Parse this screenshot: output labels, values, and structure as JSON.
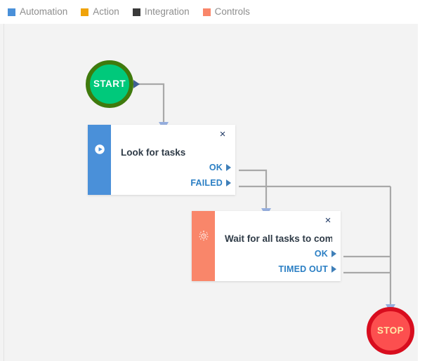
{
  "legend": {
    "items": [
      {
        "label": "Automation",
        "color": "#4a90d9",
        "icon": "square-swatch"
      },
      {
        "label": "Action",
        "color": "#f0a30a",
        "icon": "square-swatch"
      },
      {
        "label": "Integration",
        "color": "#3a3a3a",
        "icon": "square-swatch"
      },
      {
        "label": "Controls",
        "color": "#f9866a",
        "icon": "square-swatch"
      }
    ]
  },
  "canvas": {
    "background": "#f3f3f3",
    "edge_color": "#a8a8a8",
    "arrowhead_color": "#95aede"
  },
  "nodes": {
    "start": {
      "label": "START",
      "fill": "#00c97b",
      "border": "#3f7a0d",
      "text_color": "#ffffff"
    },
    "stop": {
      "label": "STOP",
      "fill": "#fc4f4f",
      "border": "#d80d1e",
      "text_color": "#ffe9a8"
    },
    "look_for_tasks": {
      "title": "Look for tasks",
      "accent_color": "#4a90d9",
      "category": "Automation",
      "icon": "play-circle-icon",
      "close_label": "×",
      "ports": [
        {
          "label": "OK"
        },
        {
          "label": "FAILED"
        }
      ]
    },
    "wait_for_tasks": {
      "title": "Wait for all tasks to compl...",
      "accent_color": "#f9866a",
      "category": "Controls",
      "icon": "stopwatch-icon",
      "close_label": "×",
      "ports": [
        {
          "label": "OK"
        },
        {
          "label": "TIMED OUT"
        }
      ]
    }
  }
}
